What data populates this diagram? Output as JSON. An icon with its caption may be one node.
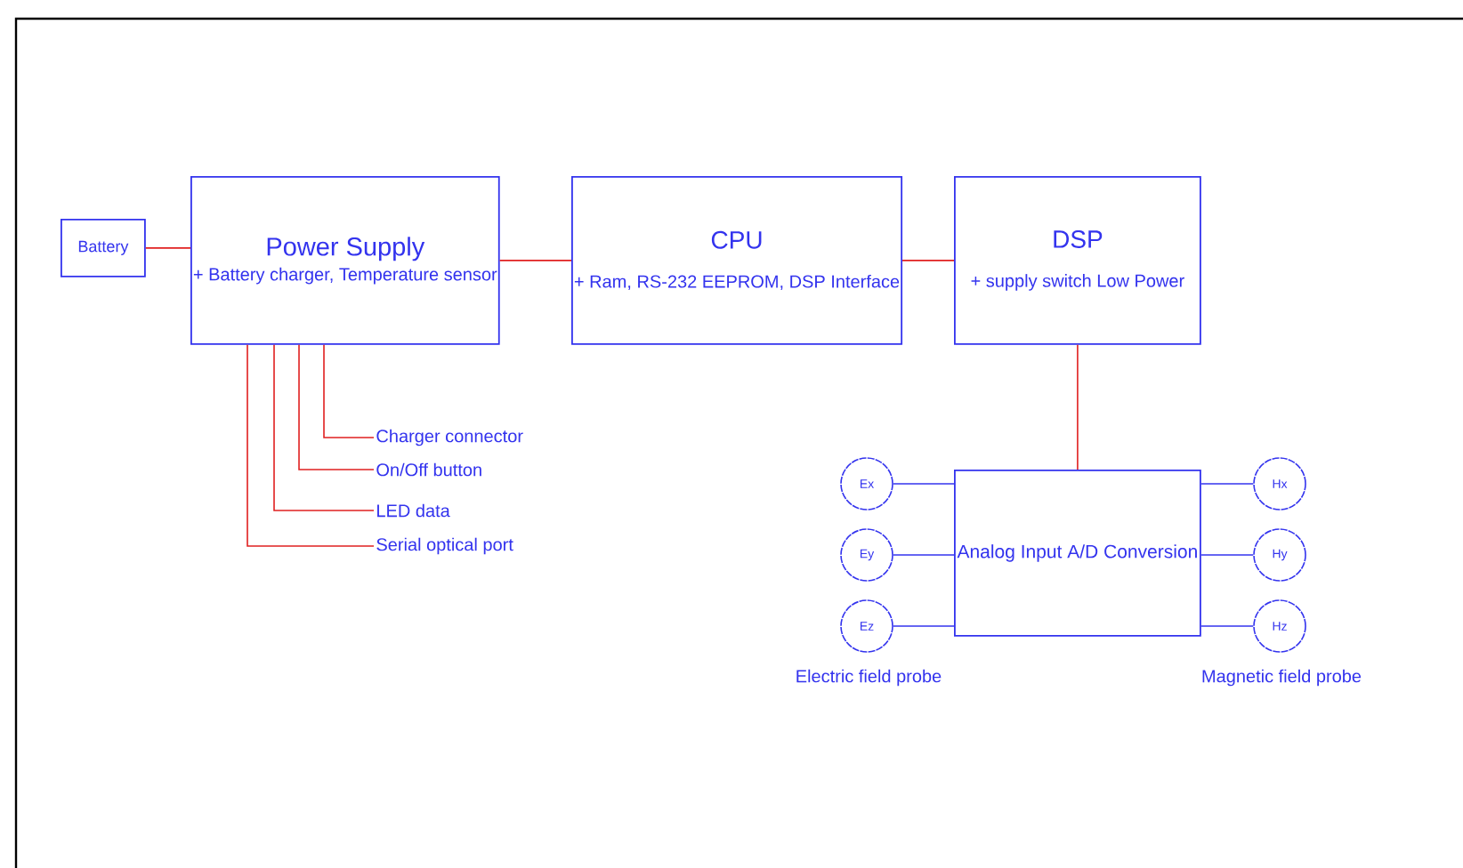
{
  "diagram": {
    "nodes": [
      {
        "text": [
          "Battery"
        ]
      },
      {
        "text": [
          "Power Supply",
          "+ Battery charger, Temperature sensor"
        ]
      },
      {
        "text": [
          "CPU",
          "+ Ram, RS-232 EEPROM, DSP Interface"
        ]
      },
      {
        "text": [
          "DSP",
          "+ supply switch Low Power"
        ]
      },
      {
        "text": [
          "Analog Input A/D Conversion"
        ]
      },
      {
        "text": [
          "Ex"
        ]
      },
      {
        "text": [
          "Ey"
        ]
      },
      {
        "text": [
          "Ez"
        ]
      },
      {
        "text": [
          "Hx"
        ]
      },
      {
        "text": [
          "Hy"
        ]
      },
      {
        "text": [
          "Hz"
        ]
      },
      {
        "text": [
          "Charger connector"
        ]
      },
      {
        "text": [
          "On/Off button"
        ]
      },
      {
        "text": [
          "LED data"
        ]
      },
      {
        "text": [
          "Serial optical port"
        ]
      }
    ],
    "edges": [
      {
        "from": 0,
        "to": 1,
        "arrow": "none"
      },
      {
        "from": 1,
        "to": 2,
        "arrow": "none"
      },
      {
        "from": 2,
        "to": 3,
        "arrow": "none"
      },
      {
        "from": 3,
        "to": 4,
        "arrow": "none"
      },
      {
        "from": 5,
        "to": 4,
        "arrow": "none",
        "color": "#3333ee"
      },
      {
        "from": 6,
        "to": 4,
        "arrow": "none",
        "color": "#3333ee"
      },
      {
        "from": 7,
        "to": 4,
        "arrow": "none",
        "color": "#3333ee"
      },
      {
        "from": 4,
        "to": 8,
        "arrow": "none",
        "color": "#3333ee"
      },
      {
        "from": 4,
        "to": 9,
        "arrow": "none",
        "color": "#3333ee"
      },
      {
        "from": 4,
        "to": 10,
        "arrow": "none",
        "color": "#3333ee"
      },
      {
        "from": 1,
        "to": 11,
        "arrow": "none"
      },
      {
        "from": 1,
        "to": 12,
        "arrow": "none"
      },
      {
        "from": 1,
        "to": 13,
        "arrow": "none"
      },
      {
        "from": 1,
        "to": 14,
        "arrow": "none"
      }
    ],
    "labels": [
      "Electric field probe",
      "Magnetic field probe"
    ]
  }
}
